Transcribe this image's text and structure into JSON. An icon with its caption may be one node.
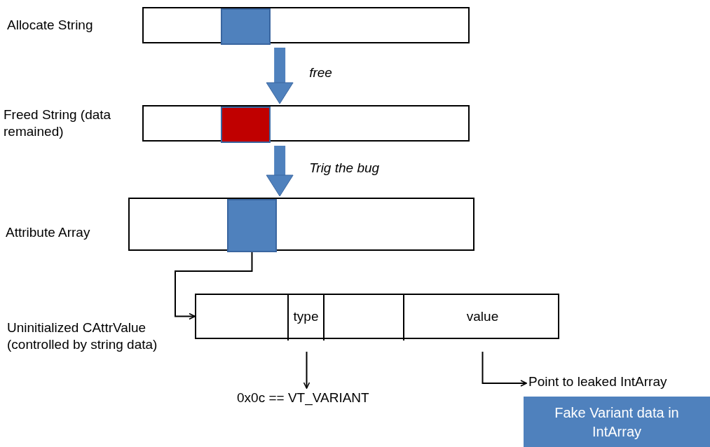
{
  "diagram": {
    "nodes": [
      {
        "text": [
          "Allocate String"
        ]
      },
      {
        "text": [],
        "shape": "box",
        "in": 0
      },
      {
        "text": [
          "Freed String (data remained)"
        ]
      },
      {
        "text": [],
        "shape": "box",
        "in": 2
      },
      {
        "text": [
          "Attribute Array"
        ]
      },
      {
        "text": [],
        "shape": "box",
        "in": 4
      },
      {
        "text": [
          "Uninitialized CAttrValue (controlled by string data)"
        ]
      },
      {
        "text": [],
        "shape": "box",
        "in": 6
      },
      {
        "text": [
          "type"
        ],
        "in": 6
      },
      {
        "text": [],
        "shape": "box",
        "in": 6
      },
      {
        "text": [
          "value"
        ],
        "in": 6
      },
      {
        "text": [
          "0x0c == VT_VARIANT"
        ]
      },
      {
        "text": [
          "Point to leaked IntArray"
        ]
      },
      {
        "text": [
          "Fake Variant data in IntArray"
        ]
      }
    ],
    "edges": [
      {
        "from": 0,
        "to": 2,
        "arrow": "to",
        "label": "free",
        "style": "thick",
        "color": "#4f81bd"
      },
      {
        "from": 2,
        "to": 4,
        "arrow": "to",
        "label": "Trig the bug",
        "style": "thick",
        "color": "#4f81bd"
      },
      {
        "from": 5,
        "to": 6,
        "arrow": "to"
      },
      {
        "from": 8,
        "to": 11,
        "arrow": "to"
      },
      {
        "from": 10,
        "to": 12,
        "arrow": "to"
      }
    ]
  }
}
